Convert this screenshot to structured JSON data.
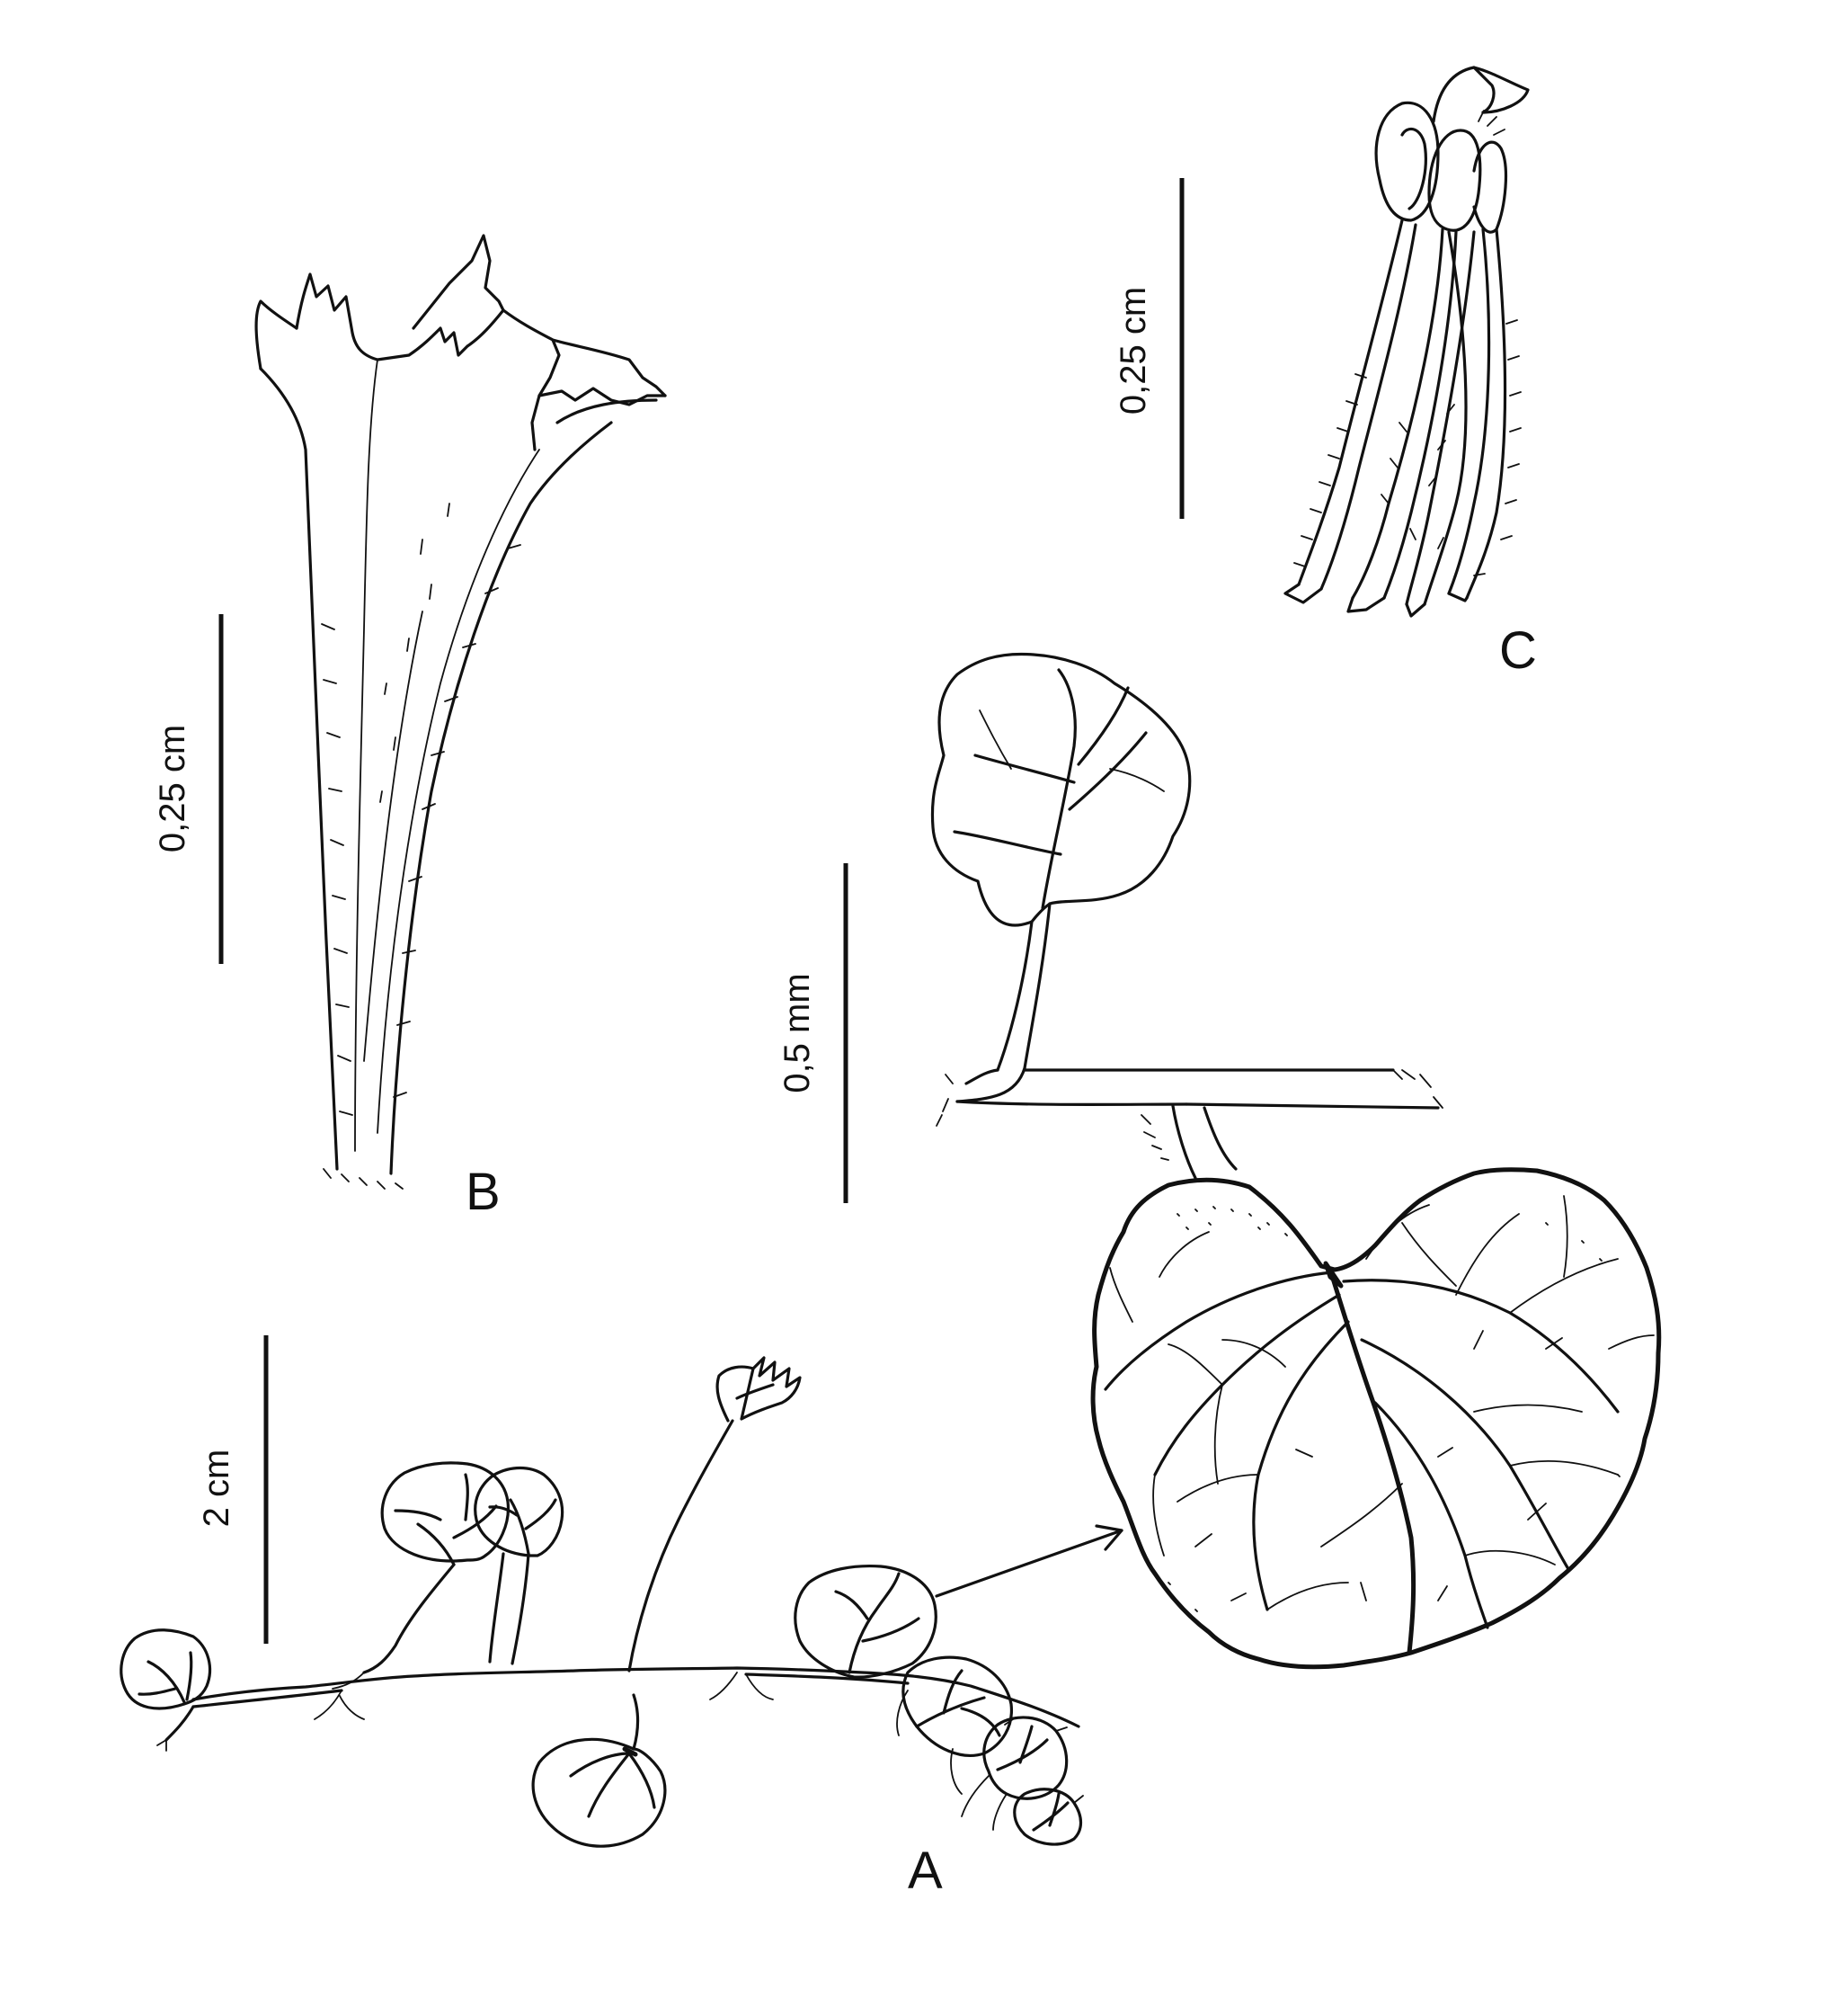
{
  "figure": {
    "panels": {
      "A": {
        "label": "A",
        "scale_text": "2 cm"
      },
      "B": {
        "label": "B",
        "scale_text": "0,25 cm"
      },
      "C": {
        "label": "C",
        "scale_text": "0,25 cm"
      },
      "leaf_detail": {
        "scale_text": "0,5 mm"
      }
    },
    "colors": {
      "ink": "#111111",
      "background": "#ffffff"
    }
  }
}
